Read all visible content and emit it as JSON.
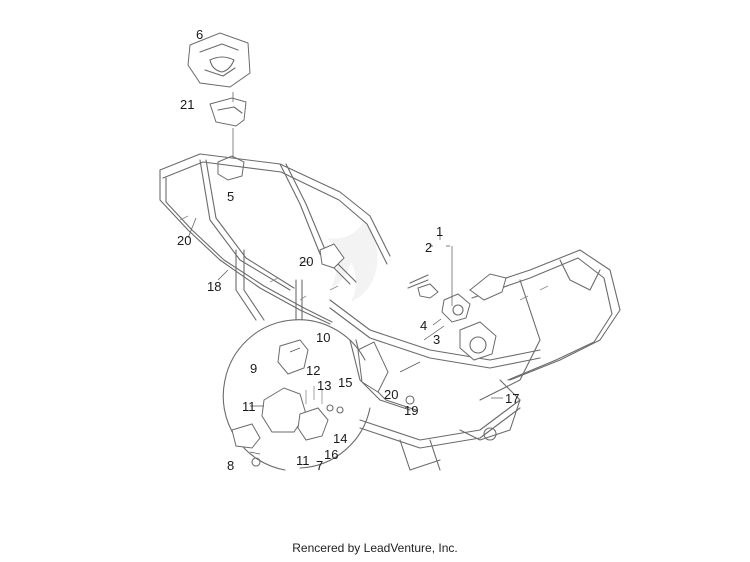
{
  "callouts": [
    {
      "id": "c6",
      "text": "6"
    },
    {
      "id": "c21",
      "text": "21"
    },
    {
      "id": "c5",
      "text": "5"
    },
    {
      "id": "c20a",
      "text": "20"
    },
    {
      "id": "c18",
      "text": "18"
    },
    {
      "id": "c20b",
      "text": "20"
    },
    {
      "id": "c1",
      "text": "1"
    },
    {
      "id": "c2",
      "text": "2"
    },
    {
      "id": "c4",
      "text": "4"
    },
    {
      "id": "c3",
      "text": "3"
    },
    {
      "id": "c10",
      "text": "10"
    },
    {
      "id": "c9",
      "text": "9"
    },
    {
      "id": "c12",
      "text": "12"
    },
    {
      "id": "c13",
      "text": "13"
    },
    {
      "id": "c15",
      "text": "15"
    },
    {
      "id": "c11a",
      "text": "11"
    },
    {
      "id": "c20c",
      "text": "20"
    },
    {
      "id": "c19",
      "text": "19"
    },
    {
      "id": "c17",
      "text": "17"
    },
    {
      "id": "c14",
      "text": "14"
    },
    {
      "id": "c11b",
      "text": "11"
    },
    {
      "id": "c16",
      "text": "16"
    },
    {
      "id": "c7",
      "text": "7"
    },
    {
      "id": "c8",
      "text": "8"
    }
  ],
  "footer": "Rencered by LeadVenture, Inc."
}
